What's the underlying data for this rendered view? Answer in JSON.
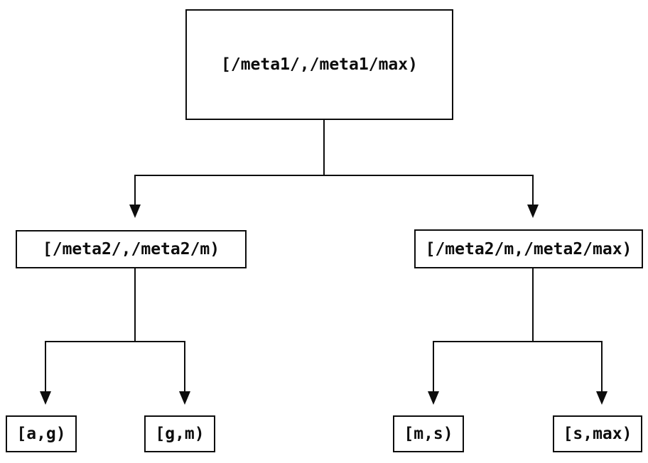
{
  "diagram": {
    "type": "tree",
    "background_color": "#ffffff",
    "line_color": "#0d0d0d",
    "nodes": [
      {
        "id": "root",
        "label": "[/meta1/,/meta1/max)",
        "level": 0,
        "parent": null
      },
      {
        "id": "meta2-low",
        "label": "[/meta2/,/meta2/m)",
        "level": 1,
        "parent": "root"
      },
      {
        "id": "meta2-high",
        "label": "[/meta2/m,/meta2/max)",
        "level": 1,
        "parent": "root"
      },
      {
        "id": "leaf-ag",
        "label": "[a,g)",
        "level": 2,
        "parent": "meta2-low"
      },
      {
        "id": "leaf-gm",
        "label": "[g,m)",
        "level": 2,
        "parent": "meta2-low"
      },
      {
        "id": "leaf-ms",
        "label": "[m,s)",
        "level": 2,
        "parent": "meta2-high"
      },
      {
        "id": "leaf-smax",
        "label": "[s,max)",
        "level": 2,
        "parent": "meta2-high"
      }
    ],
    "edges": [
      {
        "from": "root",
        "to": "meta2-low",
        "arrow": "down"
      },
      {
        "from": "root",
        "to": "meta2-high",
        "arrow": "down"
      },
      {
        "from": "meta2-low",
        "to": "leaf-ag",
        "arrow": "down"
      },
      {
        "from": "meta2-low",
        "to": "leaf-gm",
        "arrow": "down"
      },
      {
        "from": "meta2-high",
        "to": "leaf-ms",
        "arrow": "down"
      },
      {
        "from": "meta2-high",
        "to": "leaf-smax",
        "arrow": "down"
      }
    ]
  }
}
